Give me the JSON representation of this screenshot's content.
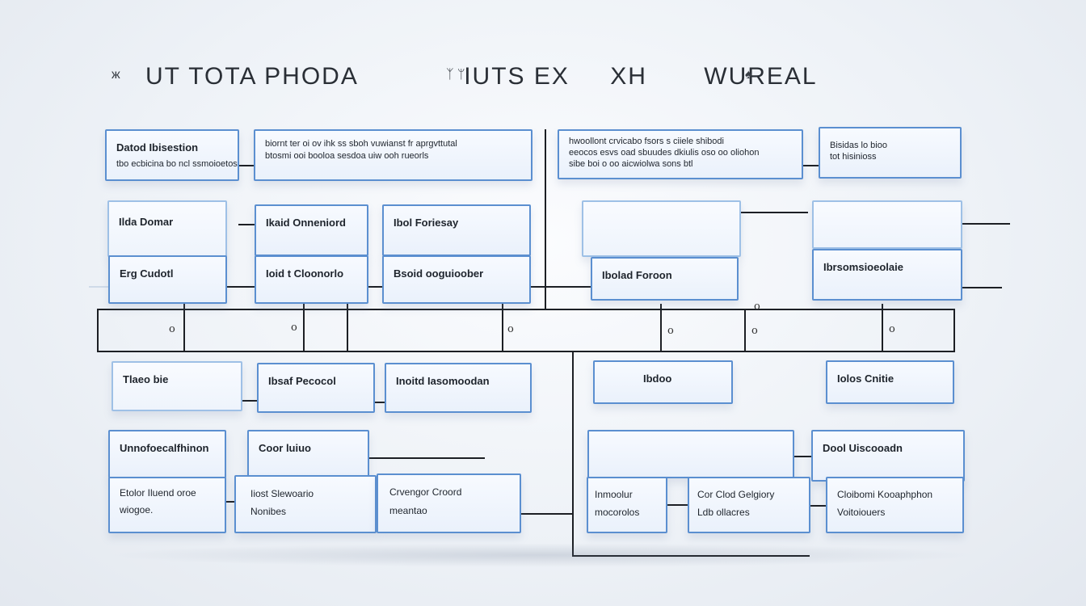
{
  "header": {
    "title_parts": [
      "UT TOTA PHODA",
      "IUTS EX",
      "XH",
      "WUREAL"
    ],
    "glyphs": [
      "ж",
      "ᛉ ᛘ",
      "♠"
    ]
  },
  "boxes": {
    "top_1_title": "Datod Ibisestion",
    "top_1_sub": "tbo ecbicina bo ncl ssmoioetos",
    "top_2_line1": "biornt ter oi ov ihk ss sboh vuwianst fr aprgvttutal",
    "top_2_line2": "btosmi ooi booloa sesdoa uiw ooh rueorls",
    "top_3_line1": "hwoollont crvicabo fsors s ciiele shibodi",
    "top_3_line2": "eeocos esvs oad sbuudes dkiulis oso oo oliohon",
    "top_3_line3": "sibe boi o oo aicwiolwa sons btl",
    "top_4_line1": "Bisidas lo bioo",
    "top_4_line2": "tot hisinioss",
    "r2_a": "Ilda Domar",
    "r2_b": "Ikaid Onneniord",
    "r2_c": "Ibol Foriesay",
    "r2_e_top": "",
    "r3_a": "Erg Cudotl",
    "r3_b": "Ioid t Cloonorlo",
    "r3_c": "Bsoid ooguioober",
    "r3_d": "Ibolad Foroon",
    "r3_e": "Ibrsomsioeolaie",
    "r5_a": "Tlaeo bie",
    "r5_b": "Ibsaf Pecocol",
    "r5_c": "Inoitd Iasomoodan",
    "r5_d": "Ibdoo",
    "r5_e": "Iolos Cnitie",
    "r6_a": "Unnofoecalfhinon",
    "r6_b": "Coor luiuo",
    "r6_e": "Dool Uiscooadn",
    "r7_a_line1": "Etolor Iluend oroe",
    "r7_a_line2": "wiogoe.",
    "r7_b_line1": "Iiost Slewoario",
    "r7_b_line2": "Nonibes",
    "r7_c_line1": "Crvengor Croord",
    "r7_c_line2": "meantao",
    "r7_d_line1": "Inmoolur",
    "r7_d_line2": "mocorolos",
    "r7_e_line1": "Cor Clod Gelgiory",
    "r7_e_line2": "Ldb ollacres",
    "r7_f_line1": "Cloibomi Kooaphphon",
    "r7_f_line2": "Voitoiouers"
  },
  "nodes": [
    "o",
    "o",
    "o",
    "o",
    "o",
    "o",
    "o"
  ],
  "colors": {
    "box_border": "#5b8fd0",
    "wire": "#1c1f24",
    "title": "#2a2f36"
  }
}
